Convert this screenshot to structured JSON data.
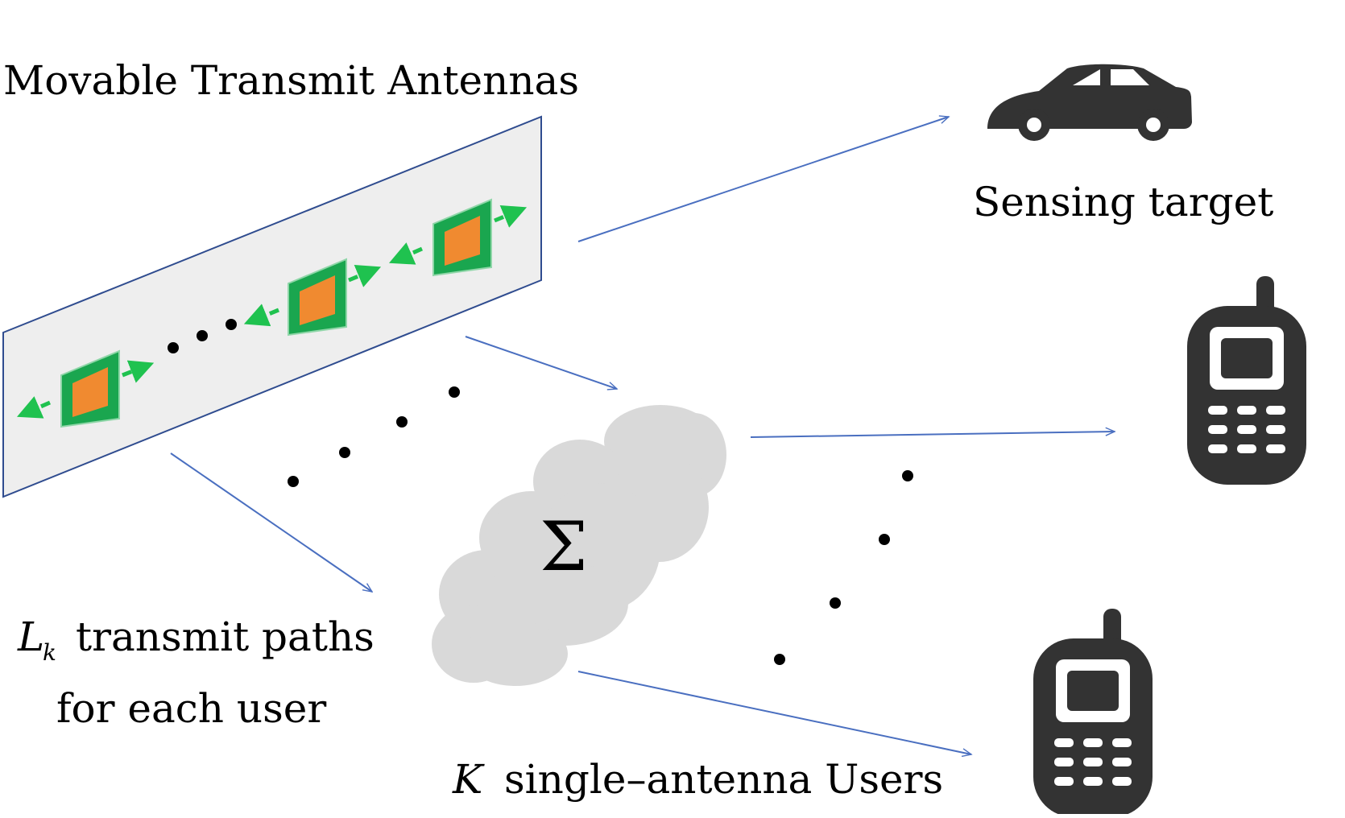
{
  "labels": {
    "antennas": "Movable Transmit Antennas",
    "sensing": "Sensing target",
    "paths_symbol": "L",
    "paths_subscript": "k",
    "paths_line1": "transmit paths",
    "paths_line2": "for each user",
    "sum_symbol": "Σ",
    "users_symbol": "K",
    "users_text": "single–antenna Users"
  },
  "colors": {
    "plane_fill": "#eeeeee",
    "plane_stroke": "#2f4c8f",
    "arrow": "#4a6fc0",
    "antenna_frame": "#1aa64f",
    "antenna_core": "#f08a30",
    "move_arrow": "#1fc24f",
    "cloud": "#d9d9d9",
    "icon": "#333333",
    "dot": "#000000"
  },
  "icons": [
    "car-icon",
    "mobile-phone-icon",
    "mobile-phone-icon"
  ]
}
